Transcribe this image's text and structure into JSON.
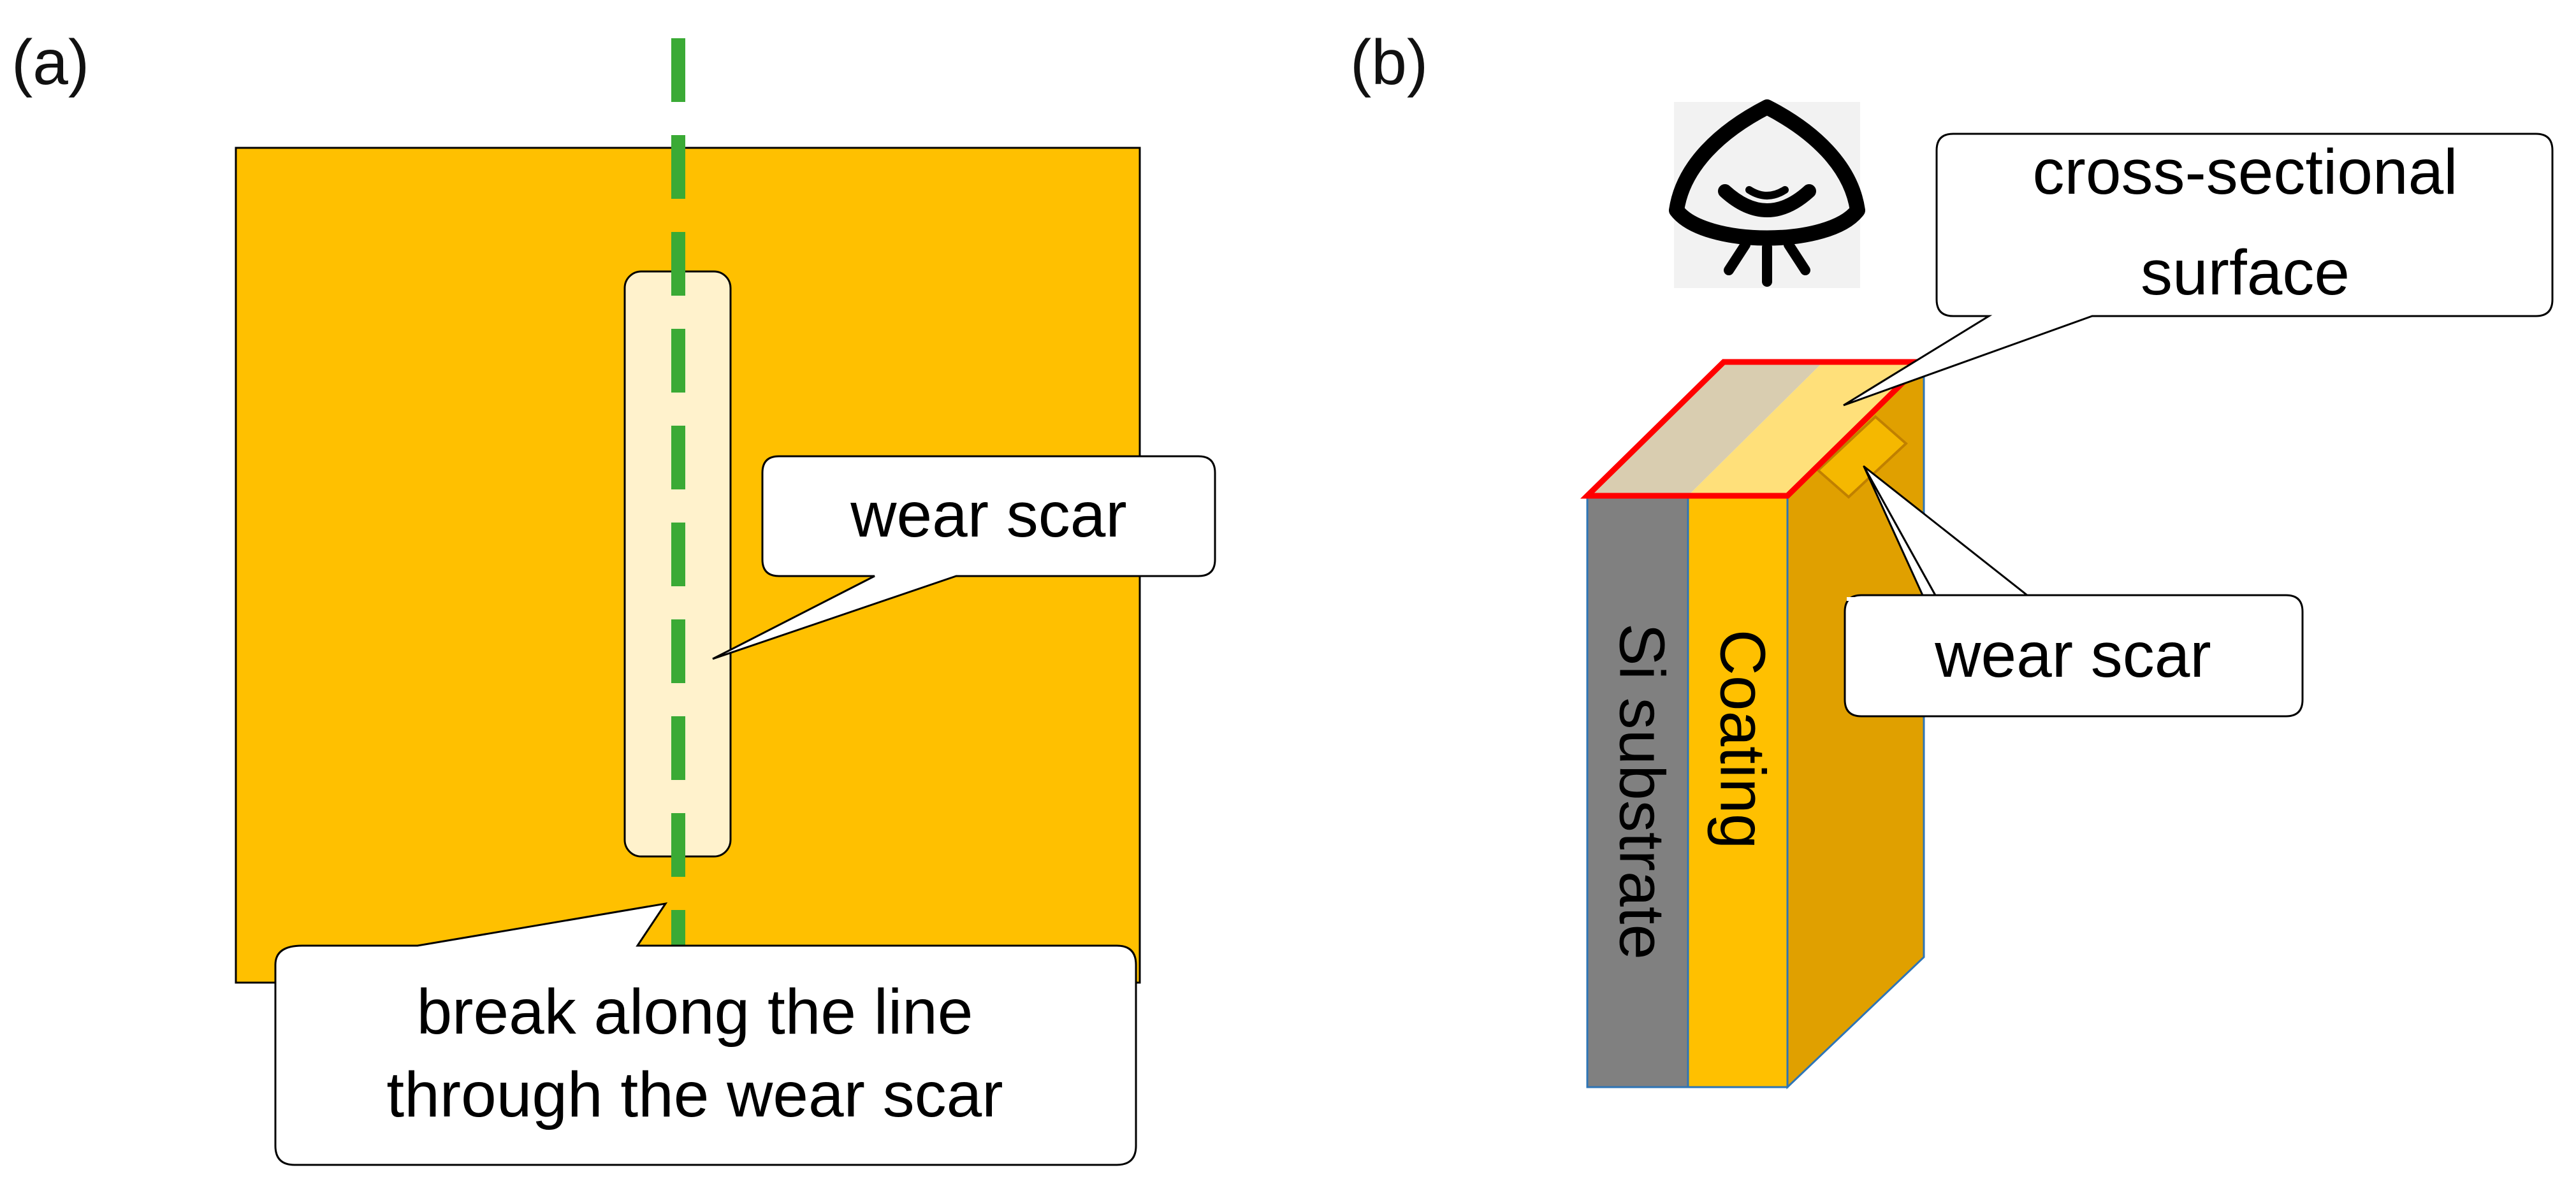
{
  "panel_a": {
    "label": "(a)",
    "callout_wear_scar": "wear scar",
    "callout_break_line1": "break along the line",
    "callout_break_line2": "through the wear scar"
  },
  "panel_b": {
    "label": "(b)",
    "callout_surface_line1": "cross-sectional",
    "callout_surface_line2": "surface",
    "callout_wear_scar": "wear scar",
    "layer_substrate": "Si substrate",
    "layer_coating": "Coating",
    "viewer_icon": "eye-icon"
  },
  "colors": {
    "coating": "#FFC000",
    "coating_side": "#E0A000",
    "wear_scar": "#FFF2CC",
    "break_line": "#3AAA35",
    "substrate": "#808080",
    "cross_section_outline": "#FF0000",
    "substrate_top": "#D9CDB0",
    "coating_top": "#FFE07A"
  }
}
